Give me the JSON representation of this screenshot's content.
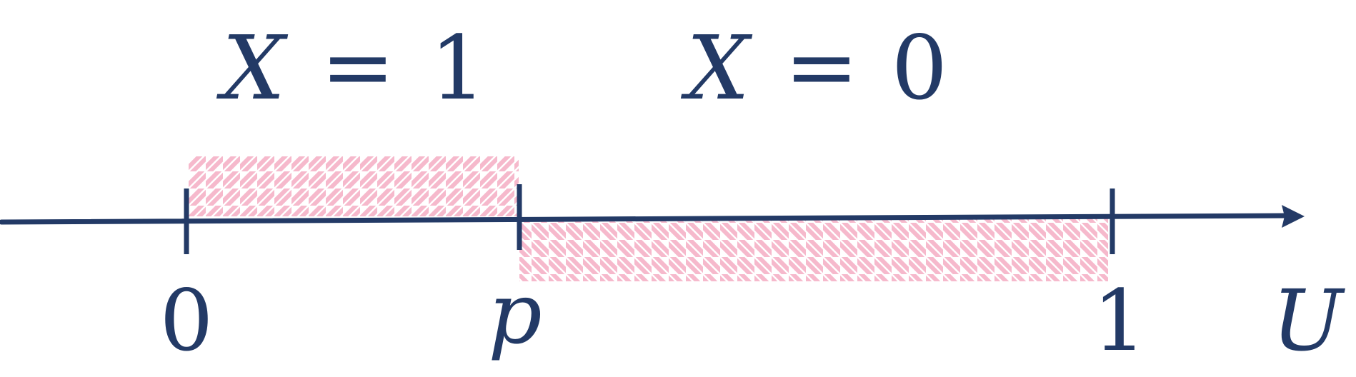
{
  "diagram": {
    "colors": {
      "ink": "#233a66",
      "hatch": "#f6b9cc"
    },
    "axis": {
      "variable": "U",
      "arrow": "arrowhead"
    },
    "ticks": [
      {
        "label": "0",
        "italic": false
      },
      {
        "label": "p",
        "italic": true
      },
      {
        "label": "1",
        "italic": false
      }
    ],
    "regions": [
      {
        "variable": "X",
        "operator": "=",
        "value": "1",
        "hatch": "forward-diagonal"
      },
      {
        "variable": "X",
        "operator": "=",
        "value": "0",
        "hatch": "backward-diagonal"
      }
    ]
  }
}
